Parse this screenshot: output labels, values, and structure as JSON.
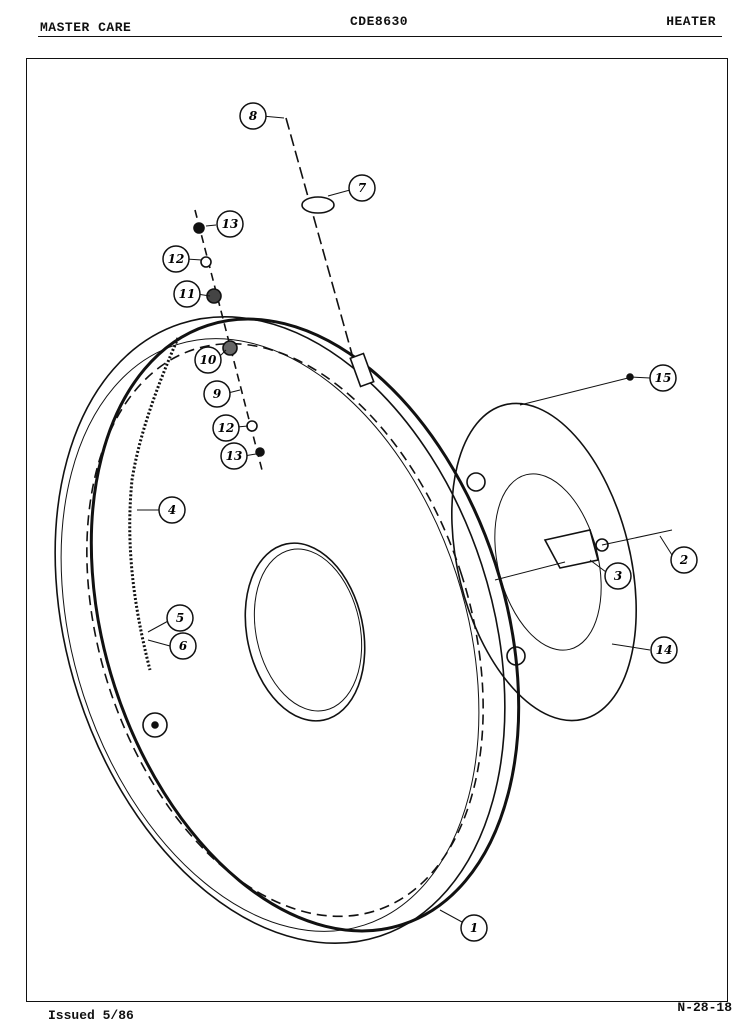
{
  "header": {
    "left": "MASTER CARE",
    "center": "CDE8630",
    "right": "HEATER"
  },
  "footer": {
    "left": "Issued 5/86",
    "right": "N-28-18"
  },
  "callouts": [
    "1",
    "2",
    "3",
    "4",
    "5",
    "6",
    "7",
    "8",
    "9",
    "10",
    "11",
    "12",
    "12",
    "13",
    "13",
    "14",
    "15"
  ]
}
